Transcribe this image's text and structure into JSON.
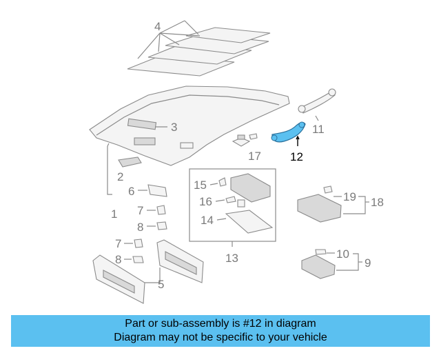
{
  "diagram": {
    "highlight_color": "#5bc0f0",
    "highlighted_part": "12",
    "callouts": {
      "c1": "1",
      "c2": "2",
      "c3": "3",
      "c4": "4",
      "c5": "5",
      "c6": "6",
      "c7a": "7",
      "c7b": "7",
      "c8a": "8",
      "c8b": "8",
      "c9": "9",
      "c10": "10",
      "c11": "11",
      "c12": "12",
      "c13": "13",
      "c14": "14",
      "c15": "15",
      "c16": "16",
      "c17": "17",
      "c18": "18",
      "c19": "19"
    }
  },
  "banner": {
    "line1": "Part or sub-assembly is #12 in diagram",
    "line2": "Diagram may not be specific to your vehicle"
  }
}
